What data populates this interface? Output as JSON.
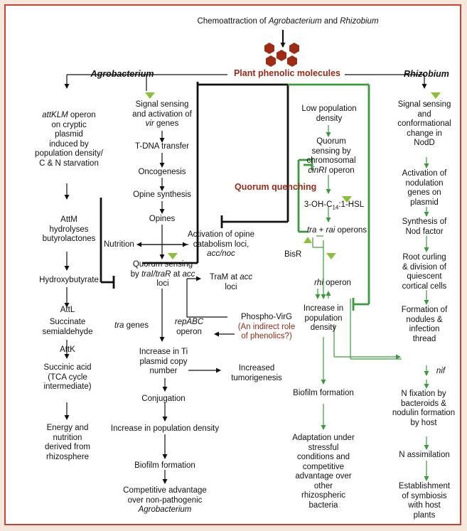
{
  "top": {
    "pre": "Chemoattraction of ",
    "agro": "Agrobacterium",
    "and": " and ",
    "rhizo": "Rhizobium"
  },
  "phenolic": "Plant phenolic molecules",
  "agro_header": "Agrobacterium",
  "rhizo_header": "Rhizobium",
  "quorum_quenching": "Quorum quenching",
  "col1": {
    "att_a": "attKLM",
    "att_b": " operon",
    "att_rest": [
      "on cryptic",
      "plasmid",
      "induced by",
      "population density/",
      "C & N starvation"
    ],
    "attm": [
      "AttM",
      "hydrolyses",
      "butyrolactones"
    ],
    "hydroxy": "Hydroxybutyrate",
    "attl": "AttL",
    "succ_semi": [
      "Succinate",
      "semialdehyde"
    ],
    "attk": "AttK",
    "succinic": [
      "Succinic acid",
      "(TCA cycle",
      "intermediate)"
    ],
    "energy": [
      "Energy and",
      "nutrition",
      "derived from",
      "rhizosphere"
    ]
  },
  "col2": {
    "signal": [
      "Signal sensing",
      "and activation of"
    ],
    "vir": "vir",
    "genes": " genes",
    "tdna": "T-DNA transfer",
    "onco": "Oncogenesis",
    "opine_syn": "Opine synthesis",
    "opines": "Opines",
    "nutrition": "Nutrition",
    "activation": [
      "Activation of opine",
      "catabolism loci,"
    ],
    "accnoc": "acc/noc",
    "qs_line1": "Quorum sensing",
    "qs_by": "by ",
    "trai": "traI/traR",
    "at": " at ",
    "acc": "acc",
    "loci": "loci",
    "tram": "TraM at ",
    "tram_acc": "acc",
    "tram_loci": "loci",
    "tra": "tra",
    "tra_genes": " genes",
    "repabc": "repABC",
    "operon": "operon",
    "phospho": "Phospho-VirG",
    "indirect": [
      "(An indirect role",
      "of phenolics?)"
    ],
    "increase_ti": [
      "Increase in Ti",
      "plasmid copy",
      "number"
    ],
    "tumor": [
      "Increased",
      "tumorigenesis"
    ],
    "conj": "Conjugation",
    "incr_pop": "Increase in population density",
    "biofilm": "Biofilm formation",
    "competitive": [
      "Competitive advantage",
      "over non-pathogenic"
    ],
    "agro_end": "Agrobacterium"
  },
  "col3": {
    "low": [
      "Low population",
      "density"
    ],
    "quorum": [
      "Quorum",
      "sensing by",
      "chromosomal"
    ],
    "cinri": "cinRI",
    "cin_operon": " operon",
    "hsl_a": "3-OH-C",
    "hsl_sub": "14",
    "hsl_b": ":1-HSL",
    "tra": "tra",
    "plus": " + ",
    "rai": "rai",
    "operons": " operons",
    "bisr": "BisR",
    "rhi": "rhi",
    "rhi_operon": " operon",
    "increase": [
      "Increase in",
      "population",
      "density"
    ],
    "biofilm": "Biofilm formation",
    "adapt": [
      "Adaptation under",
      "stressful",
      "conditions and",
      "competitive",
      "advantage over",
      "other",
      "rhizospheric",
      "bacteria"
    ]
  },
  "col4": {
    "signal": [
      "Signal sensing",
      "and",
      "conformational",
      "change in",
      "NodD"
    ],
    "activation": [
      "Activation of",
      "nodulation",
      "genes on",
      "plasmid"
    ],
    "synthesis": [
      "Synthesis of",
      "Nod factor"
    ],
    "root": [
      "Root curling",
      "& division of",
      "quiescent",
      "cortical cells"
    ],
    "formation": [
      "Formation of",
      "nodules &",
      "infection",
      "thread"
    ],
    "nif": "nif",
    "nfix": [
      "N fixation by",
      "bacteroids &",
      "nodulin formation",
      "by host"
    ],
    "nassim": "N assimilation",
    "establish": [
      "Establishment",
      "of symbiosis",
      "with host",
      "plants"
    ]
  },
  "colors": {
    "frame": "#c8442e",
    "hexagon": "#9e2b14",
    "green": "#3c9a3e",
    "triangle": "#8bbf3a",
    "accent_text": "#9a2a17"
  }
}
